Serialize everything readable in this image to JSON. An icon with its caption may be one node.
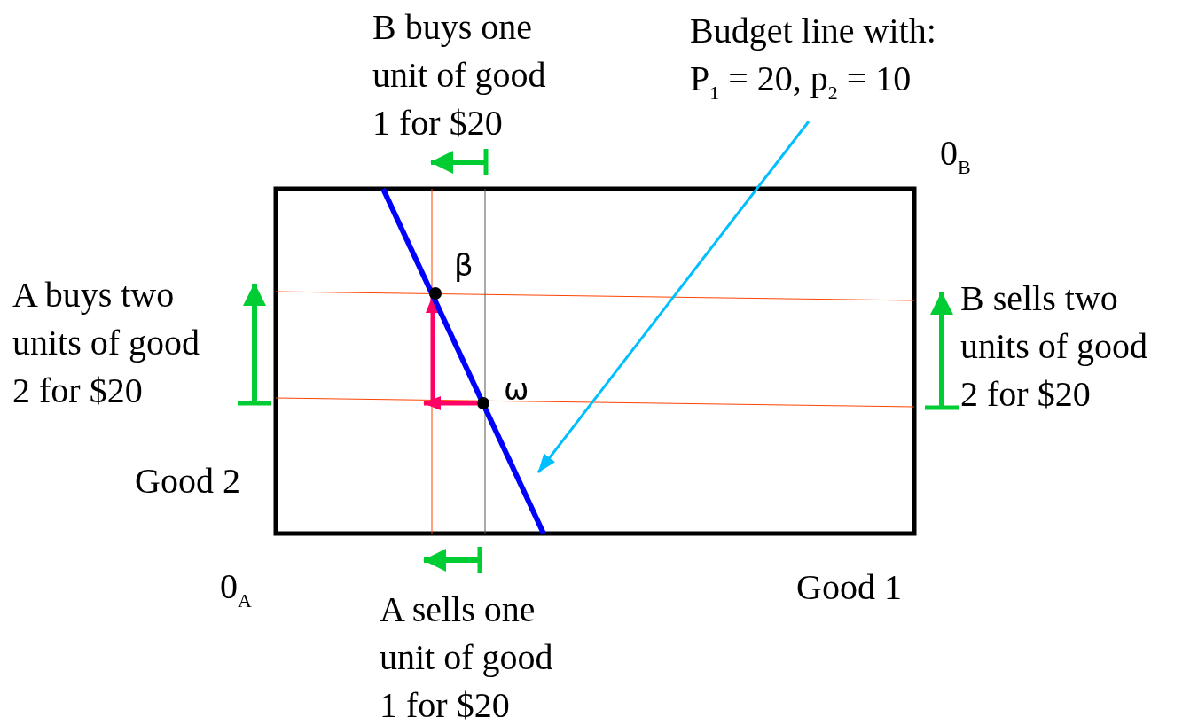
{
  "diagram": {
    "nodes": [
      {
        "text": [
          "Budget line with: P$_{1}$ = 20, p$_{2}$ = 10"
        ]
      },
      {
        "text": [],
        "shape": "line"
      }
    ],
    "edges": [
      {
        "from": 0,
        "to": 1,
        "arrow": "to"
      }
    ],
    "labels": [
      "B buys one unit of good 1 for $20",
      "0$_{B}$",
      "β",
      "A buys two units of good 2 for $20",
      "B sells two units of good 2 for $20",
      "ω",
      "Good 2",
      "0$_{A}$",
      "Good 1",
      "A sells one unit of good 1 for $20"
    ]
  }
}
